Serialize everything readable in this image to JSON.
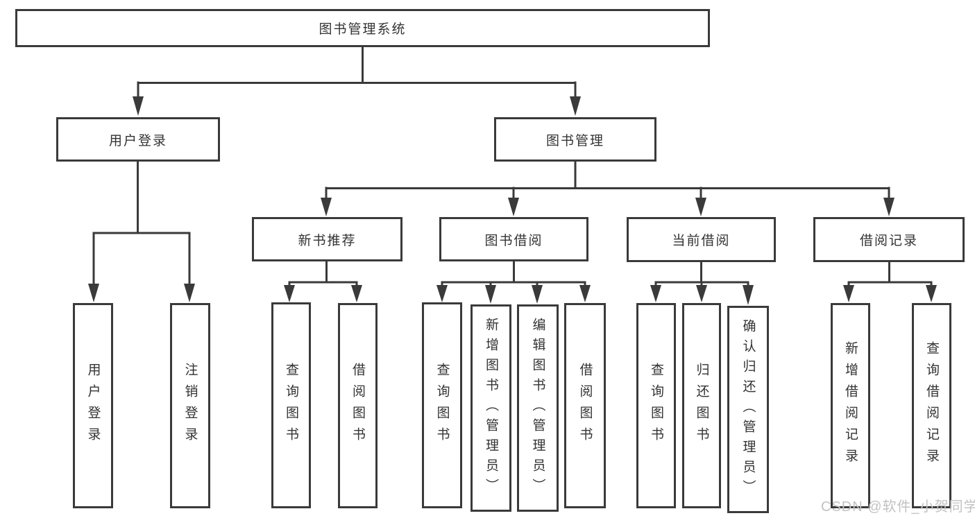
{
  "diagram": {
    "root": {
      "label": "图书管理系统"
    },
    "level2": {
      "user_login": {
        "label": "用户登录"
      },
      "book_mgmt": {
        "label": "图书管理"
      }
    },
    "level3": {
      "new_books": {
        "label": "新书推荐"
      },
      "book_borrow": {
        "label": "图书借阅"
      },
      "current_borrow": {
        "label": "当前借阅"
      },
      "borrow_records": {
        "label": "借阅记录"
      }
    },
    "leaves": {
      "user_login": [
        {
          "label": "用户登录"
        },
        {
          "label": "注销登录"
        }
      ],
      "new_books": [
        {
          "label": "查询图书"
        },
        {
          "label": "借阅图书"
        }
      ],
      "book_borrow": [
        {
          "label": "查询图书"
        },
        {
          "label": "新增图书（管理员）"
        },
        {
          "label": "编辑图书（管理员）"
        },
        {
          "label": "借阅图书"
        }
      ],
      "current_borrow": [
        {
          "label": "查询图书"
        },
        {
          "label": "归还图书"
        },
        {
          "label": "确认归还（管理员）"
        }
      ],
      "borrow_records": [
        {
          "label": "新增借阅记录"
        },
        {
          "label": "查询借阅记录"
        }
      ]
    }
  },
  "watermark": {
    "text": "CSDN @软件_小贺同学"
  },
  "colors": {
    "line": "#3a3a3a",
    "text": "#333333",
    "box_background": "#ffffff",
    "watermark": "#c2c2c2",
    "background": "#ffffff"
  }
}
